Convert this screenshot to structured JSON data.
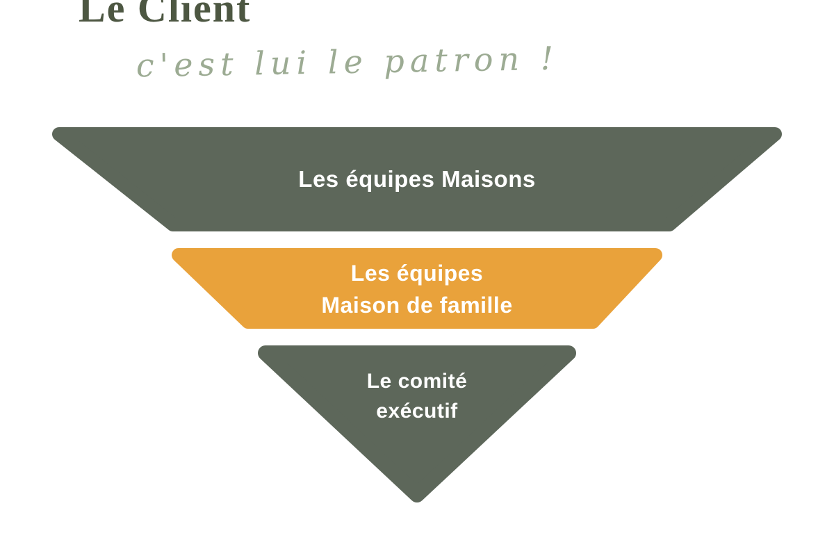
{
  "title": "Le Client",
  "subtitle": "c'est  lui le patron !",
  "colors": {
    "title_green": "#4d5742",
    "script_green": "#9cab93",
    "level_green": "#5d675a",
    "level_orange": "#e9a23b",
    "label_white": "#ffffff",
    "background": "#ffffff"
  },
  "pyramid": {
    "type": "inverted-pyramid",
    "levels": [
      {
        "rank": 1,
        "lines": {
          "0": "Les équipes Maisons"
        },
        "full_label": "Les équipes Maisons",
        "color": "#5d675a"
      },
      {
        "rank": 2,
        "lines": {
          "0": "Les équipes",
          "1": "Maison de famille"
        },
        "full_label": "Les équipes Maison de famille",
        "color": "#e9a23b"
      },
      {
        "rank": 3,
        "lines": {
          "0": "Le comité",
          "1": "exécutif"
        },
        "full_label": "Le comité exécutif",
        "color": "#5d675a"
      }
    ]
  }
}
